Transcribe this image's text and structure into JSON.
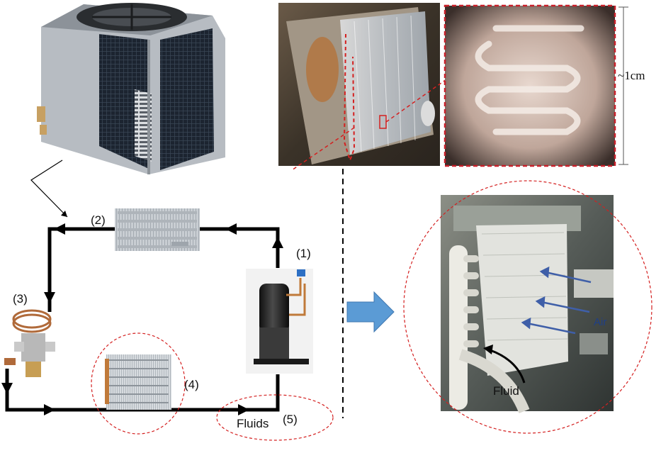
{
  "labels": {
    "compressor": "(1)",
    "condenser": "(2)",
    "expansion_valve": "(3)",
    "evaporator": "(4)",
    "fluids_point": "(5)",
    "fluids": "Fluids",
    "scale": "~1cm",
    "air": "Air",
    "fluid": "Fluid"
  },
  "colors": {
    "loop": "#000000",
    "highlight_dashed": "#d42020",
    "arrow_blue": "#5b9bd5",
    "air_arrow": "#3f5fa8"
  },
  "icons": [
    "condensing-unit-icon",
    "compressor-icon",
    "condenser-coil-icon",
    "expansion-valve-icon",
    "evaporator-coil-icon",
    "frosted-coil-photo",
    "frost-closeup-photo",
    "test-rig-photo"
  ]
}
